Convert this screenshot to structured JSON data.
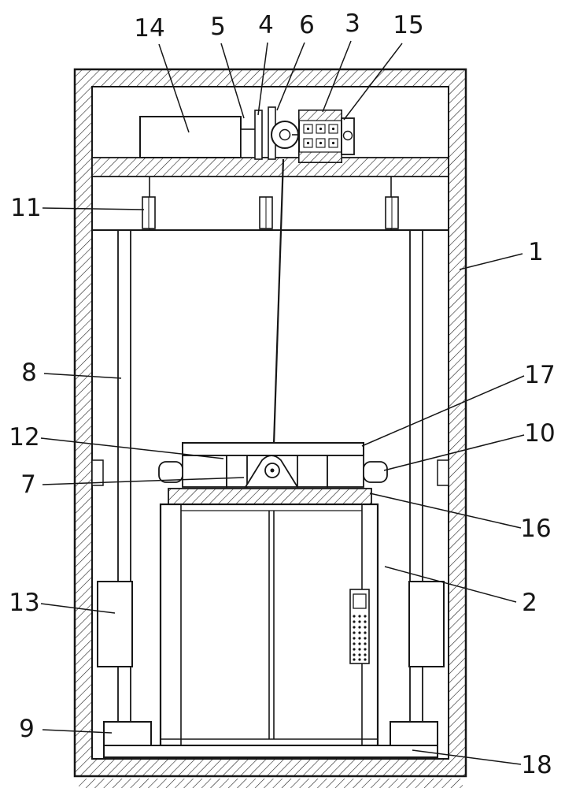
{
  "colors": {
    "ink": "#161616",
    "paper": "#ffffff"
  },
  "labels": {
    "n1": "1",
    "n2": "2",
    "n3": "3",
    "n4": "4",
    "n5": "5",
    "n6": "6",
    "n7": "7",
    "n8": "8",
    "n9": "9",
    "n10": "10",
    "n11": "11",
    "n12": "12",
    "n13": "13",
    "n14": "14",
    "n15": "15",
    "n16": "16",
    "n17": "17",
    "n18": "18"
  }
}
